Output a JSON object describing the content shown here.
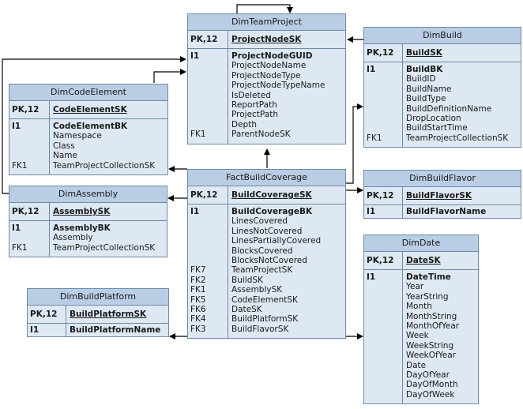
{
  "entities": {
    "team_project": {
      "title": "DimTeamProject",
      "pk_key": "PK,12",
      "pk_col": "ProjectNodeSK",
      "keys": [
        "I1",
        "",
        "",
        "",
        "",
        "",
        "",
        "",
        "FK1"
      ],
      "cols": [
        "ProjectNodeGUID",
        "ProjectNodeName",
        "ProjectNodeType",
        "ProjectNodeTypeName",
        "IsDeleted",
        "ReportPath",
        "ProjectPath",
        "Depth",
        "ParentNodeSK"
      ]
    },
    "build": {
      "title": "DimBuild",
      "pk_key": "PK,12",
      "pk_col": "BuildSK",
      "keys": [
        "I1",
        "",
        "",
        "",
        "",
        "",
        "",
        "FK1"
      ],
      "cols": [
        "BuildBK",
        "BuildID",
        "BuildName",
        "BuildType",
        "BuildDefinitionName",
        "DropLocation",
        "BuildStartTime",
        "TeamProjectCollectionSK"
      ]
    },
    "code_element": {
      "title": "DimCodeElement",
      "pk_key": "PK,12",
      "pk_col": "CodeElementSK",
      "keys": [
        "I1",
        "",
        "",
        "",
        "FK1"
      ],
      "cols": [
        "CodeElementBK",
        "Namespace",
        "Class",
        "Name",
        "TeamProjectCollectionSK"
      ]
    },
    "fact": {
      "title": "FactBuildCoverage",
      "pk_key": "PK,12",
      "pk_col": "BuildCoverageSK",
      "keys": [
        "I1",
        "",
        "",
        "",
        "",
        "",
        "FK7",
        "FK2",
        "FK1",
        "FK5",
        "FK6",
        "FK4",
        "FK3"
      ],
      "cols": [
        "BuildCoverageBK",
        "LinesCovered",
        "LinesNotCovered",
        "LinesPartiallyCovered",
        "BlocksCovered",
        "BlocksNotCovered",
        "TeamProjectSK",
        "BuildSK",
        "AssemblySK",
        "CodeElementSK",
        "DateSK",
        "BuildPlatformSK",
        "BuildFlavorSK"
      ]
    },
    "build_flavor": {
      "title": "DimBuildFlavor",
      "pk_key": "PK,12",
      "pk_col": "BuildFlavorSK",
      "keys": [
        "I1"
      ],
      "cols": [
        "BuildFlavorName"
      ]
    },
    "assembly": {
      "title": "DimAssembly",
      "pk_key": "PK,12",
      "pk_col": "AssemblySK",
      "keys": [
        "I1",
        "",
        "FK1"
      ],
      "cols": [
        "AssemblyBK",
        "Assembly",
        "TeamProjectCollectionSK"
      ]
    },
    "date": {
      "title": "DimDate",
      "pk_key": "PK,12",
      "pk_col": "DateSK",
      "keys": [
        "I1",
        "",
        "",
        "",
        "",
        "",
        "",
        "",
        "",
        "",
        "",
        "",
        ""
      ],
      "cols": [
        "DateTime",
        "Year",
        "YearString",
        "Month",
        "MonthString",
        "MonthOfYear",
        "Week",
        "WeekString",
        "WeekOfYear",
        "Date",
        "DayOfYear",
        "DayOfMonth",
        "DayOfWeek"
      ]
    },
    "build_platform": {
      "title": "DimBuildPlatform",
      "pk_key": "PK,12",
      "pk_col": "BuildPlatformSK",
      "keys": [
        "I1"
      ],
      "cols": [
        "BuildPlatformName"
      ]
    }
  }
}
